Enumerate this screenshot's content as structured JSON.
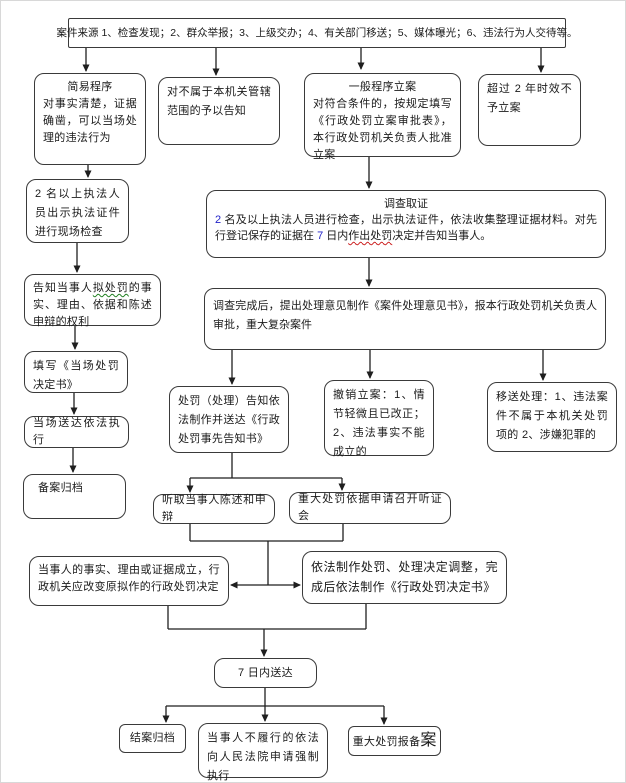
{
  "colors": {
    "box_border": "#3a3a3a",
    "arrow": "#1f1f1f",
    "highlight_blue": "#2323c8",
    "wavy_red": "#cc2222",
    "wavy_green": "#1e7e1e"
  },
  "boxes": {
    "source": {
      "text": "案件来源 1、检查发现；2、群众举报；3、上级交办；4、有关部门移送；5、媒体曝光；6、违法行为人交待等。"
    },
    "simple_procedure": {
      "title": "简易程序",
      "body": "对事实清楚，证据确凿，可以当场处理的违法行为"
    },
    "notify_no_jurisdiction": {
      "text": "对不属于本机关管辖范围的予以告知"
    },
    "general_filing": {
      "title": "一般程序立案",
      "body": "对符合条件的，按规定填写《行政处罚立案审批表》，本行政处罚机关负责人批准立案"
    },
    "over_two_years": {
      "text": "超过 2 年时效不予立案"
    },
    "two_officers": {
      "text": "2 名以上执法人员出示执法证件进行现场检查"
    },
    "inform_party": {
      "pre": "告知当事人",
      "wavy": "拟处罚",
      "post": "的事实、理由、依据和陈述申辩的权利"
    },
    "fill_onsite_decision": {
      "text": "填写《当场处罚决定书》"
    },
    "serve_onsite": {
      "text": "当场送达依法执行"
    },
    "record_archive": {
      "text": "备案归档"
    },
    "investigation": {
      "title": "调查取证",
      "r1": "2",
      "r2": " 名及以上执法人员进行检查，出示执法证件，依法收集整理证据材料。对先行登记保存的证据在 ",
      "r3": "7",
      "r4": " 日内",
      "r5": "作出处罚",
      "r6": "决定并告知当事人。"
    },
    "opinion": {
      "text": "调查完成后，提出处理意见制作《案件处理意见书》，报本行政处罚机关负责人审批，重大复杂案件"
    },
    "punish_notice": {
      "text": "处罚（处理）告知依法制作并送达《行政处罚事先告知书》"
    },
    "revoke_filing": {
      "text": "撤销立案：1、情节轻微且已改正；2、违法事实不能成立的"
    },
    "transfer": {
      "text": "移送处理：1、违法案件不属于本机关处罚项的 2、涉嫌犯罪的"
    },
    "hear_statement": {
      "text": "听取当事人陈述和申辩"
    },
    "hearing": {
      "text": "重大处罚依据申请召开听证会"
    },
    "change_decision": {
      "text": "当事人的事实、理由或证据成立，行政机关应改变原拟作的行政处罚决定"
    },
    "make_decision": {
      "text": "依法制作处罚、处理决定调整，完成后依法制作《行政处罚决定书》"
    },
    "serve_seven_days": {
      "text": "7 日内送达"
    },
    "close_archive": {
      "text": "结案归档"
    },
    "not_perform": {
      "text": "当事人不履行的依法向人民法院申请强制执行"
    },
    "major_report": {
      "pre": "重大处罚报备",
      "big": "案"
    }
  }
}
